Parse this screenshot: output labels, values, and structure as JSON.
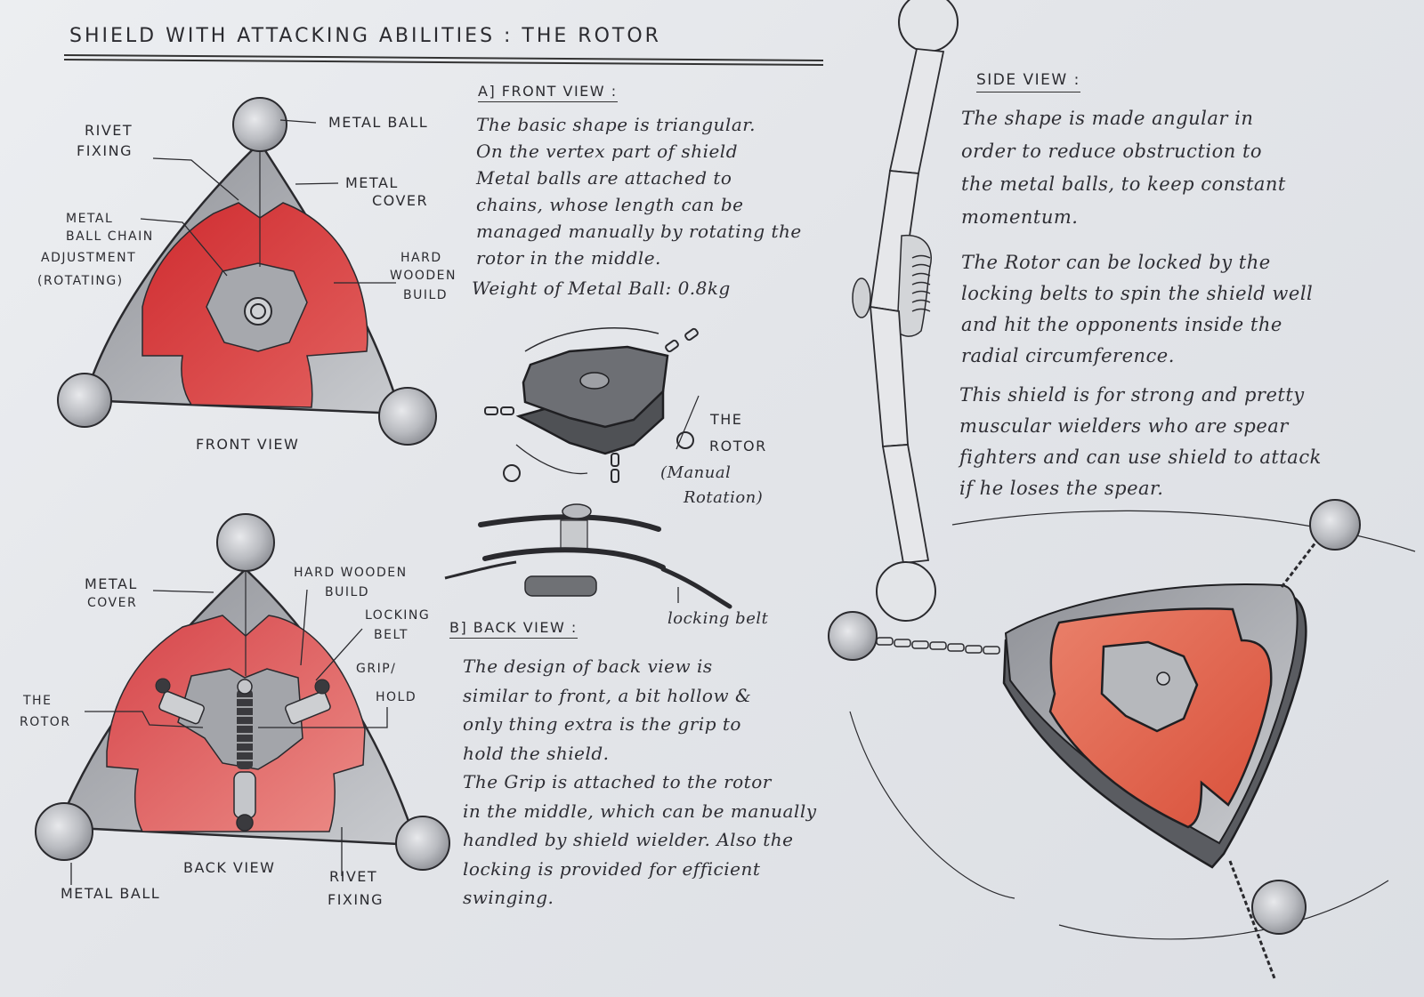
{
  "title": "SHIELD WITH ATTACKING ABILITIES : THE ROTOR",
  "colors": {
    "paper": "#e4e6ea",
    "wood_red": "#d23a3c",
    "wood_red_light": "#e46a6a",
    "side_wood_orange": "#e2644a",
    "metal_gray": "#9a9ca2",
    "ink": "#2a2a2e"
  },
  "front_view": {
    "heading": "A] FRONT VIEW :",
    "caption": "FRONT VIEW",
    "labels": {
      "metal_ball": "METAL BALL",
      "rivet_fixing_1": "RIVET",
      "rivet_fixing_2": "FIXING",
      "metal_cover_1": "METAL",
      "metal_cover_2": "COVER",
      "chain_adj_1": "METAL",
      "chain_adj_2": "BALL CHAIN",
      "chain_adj_3": "ADJUSTMENT",
      "chain_adj_4": "(ROTATING)",
      "hard_wooden_1": "HARD",
      "hard_wooden_2": "WOODEN",
      "hard_wooden_3": "BUILD"
    },
    "description": [
      "The basic shape is triangular.",
      "On the vertex part of shield",
      "Metal balls are attached to",
      "chains, whose length can be",
      "managed manually by rotating the",
      "rotor in the middle."
    ],
    "weight": "Weight of Metal Ball: 0.8kg"
  },
  "rotor_sketch": {
    "label_1": "THE",
    "label_2": "ROTOR",
    "note_1": "(Manual",
    "note_2": "Rotation)",
    "locking_belt": "locking belt"
  },
  "back_view": {
    "heading": "B] BACK VIEW :",
    "caption": "BACK VIEW",
    "labels": {
      "metal_cover_1": "METAL",
      "metal_cover_2": "COVER",
      "hard_wooden_1": "HARD WOODEN",
      "hard_wooden_2": "BUILD",
      "locking_belt_1": "LOCKING",
      "locking_belt_2": "BELT",
      "grip_1": "GRIP/",
      "grip_2": "HOLD",
      "rotor_1": "THE",
      "rotor_2": "ROTOR",
      "metal_ball": "METAL BALL",
      "rivet_1": "RIVET",
      "rivet_2": "FIXING"
    },
    "description": [
      "The design of back view is",
      "similar to front, a bit hollow &",
      "only thing extra is the grip to",
      "hold the shield.",
      "The Grip is attached to the rotor",
      "in the middle, which can be manually",
      "handled by shield wielder. Also the",
      "locking is provided for efficient",
      "swinging."
    ]
  },
  "side_view": {
    "heading": "SIDE VIEW :",
    "paragraph_1": [
      "The shape is made angular in",
      "order to reduce obstruction to",
      "the metal balls, to keep constant",
      "momentum."
    ],
    "paragraph_2": [
      "The Rotor can be locked by the",
      "locking belts to spin the shield well",
      "and hit the opponents inside the",
      "radial circumference."
    ],
    "paragraph_3": [
      "This shield is for strong and pretty",
      "muscular wielders who are spear",
      "fighters and can use shield to attack",
      "if he loses the spear."
    ]
  }
}
